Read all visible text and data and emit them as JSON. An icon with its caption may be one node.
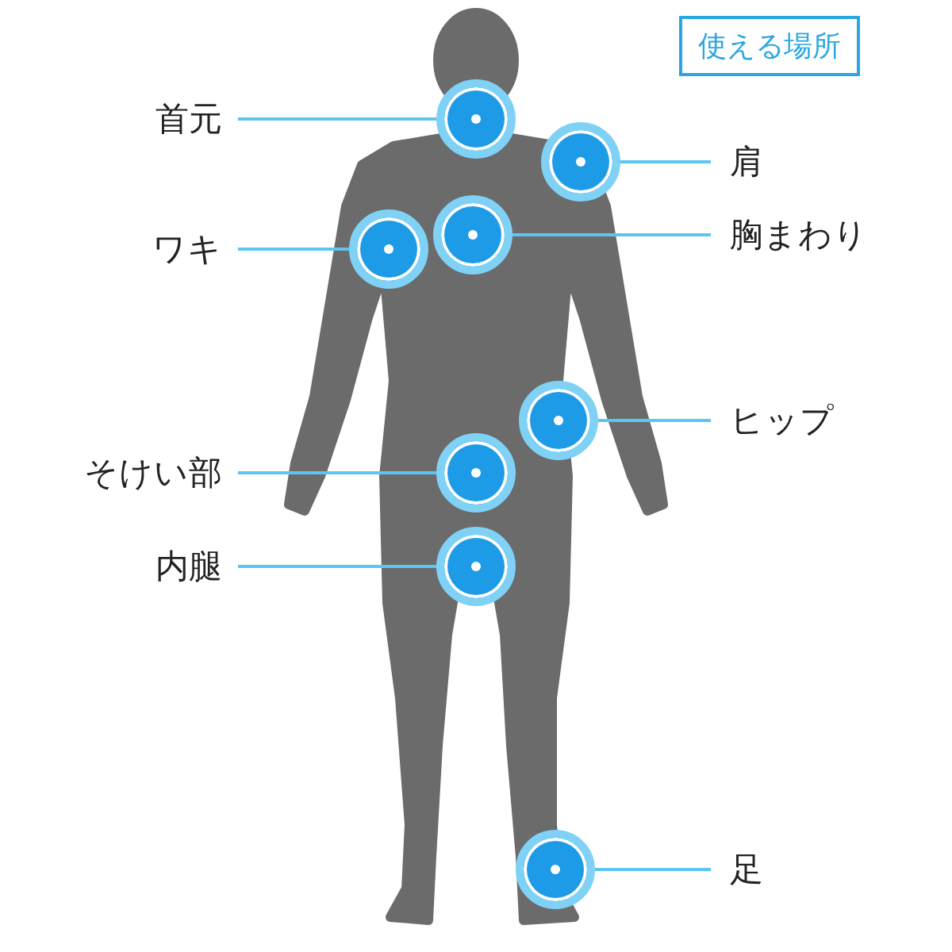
{
  "diagram": {
    "nodes": [
      {
        "text": [
          "使える場所"
        ]
      },
      {
        "text": [
          "首元"
        ]
      },
      {
        "text": [],
        "shape": "circle"
      },
      {
        "text": [],
        "shape": "circle"
      },
      {
        "text": [
          "肩"
        ]
      },
      {
        "text": [
          "ワキ"
        ]
      },
      {
        "text": [],
        "shape": "circle"
      },
      {
        "text": [],
        "shape": "circle"
      },
      {
        "text": [
          "胸まわり"
        ]
      },
      {
        "text": [],
        "shape": "circle"
      },
      {
        "text": [
          "ヒップ"
        ]
      },
      {
        "text": [
          "そけい部"
        ]
      },
      {
        "text": [],
        "shape": "circle"
      },
      {
        "text": [
          "内腿"
        ]
      },
      {
        "text": [],
        "shape": "circle"
      },
      {
        "text": [],
        "shape": "circle"
      },
      {
        "text": [
          "足"
        ]
      }
    ],
    "edges": [
      {
        "from": 1,
        "to": 2,
        "arrow": "none"
      },
      {
        "from": 4,
        "to": 3,
        "arrow": "none"
      },
      {
        "from": 5,
        "to": 6,
        "arrow": "none"
      },
      {
        "from": 8,
        "to": 7,
        "arrow": "none"
      },
      {
        "from": 10,
        "to": 9,
        "arrow": "none"
      },
      {
        "from": 11,
        "to": 12,
        "arrow": "none"
      },
      {
        "from": 13,
        "to": 14,
        "arrow": "none"
      },
      {
        "from": 16,
        "to": 15,
        "arrow": "none"
      }
    ]
  }
}
